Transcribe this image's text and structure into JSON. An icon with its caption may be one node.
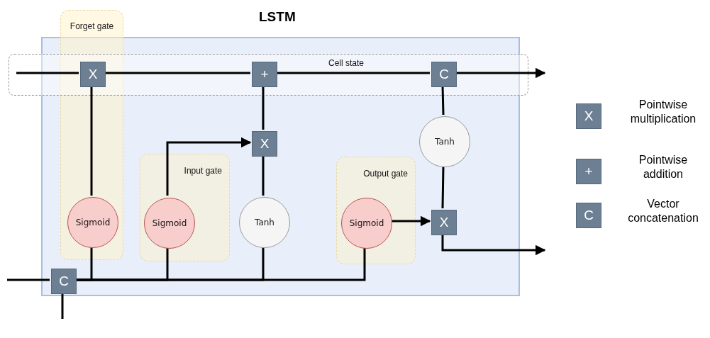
{
  "diagram": {
    "title": "LSTM",
    "nodes": [
      {
        "text": [],
        "shape": "box"
      },
      {
        "text": [
          "X"
        ],
        "in": 0
      },
      {
        "text": [
          "+"
        ],
        "in": 0
      },
      {
        "text": [
          "C"
        ],
        "in": 0
      },
      {
        "text": [
          "X"
        ],
        "in": 0
      },
      {
        "text": [
          "Tanh"
        ],
        "in": 0
      },
      {
        "text": [
          "Input gate"
        ],
        "in": 0
      },
      {
        "text": [
          "Output gate"
        ],
        "in": 0
      },
      {
        "text": [
          "Sigmoid"
        ],
        "in": 0
      },
      {
        "text": [
          "Sigmoid"
        ],
        "in": 6
      },
      {
        "text": [
          "Tanh"
        ],
        "in": 0
      },
      {
        "text": [
          "Sigmoid"
        ],
        "in": 7
      },
      {
        "text": [
          "X"
        ],
        "in": 0
      },
      {
        "text": [
          "C"
        ],
        "in": 0
      }
    ],
    "edges": [
      {
        "from": null,
        "to": 1,
        "arrow": "none"
      },
      {
        "from": 1,
        "to": 2,
        "arrow": "none"
      },
      {
        "from": 2,
        "to": 3,
        "arrow": "none"
      },
      {
        "from": 3,
        "to": null,
        "arrow": "to"
      },
      {
        "from": 8,
        "to": 1,
        "arrow": "none"
      },
      {
        "from": 9,
        "to": 4,
        "arrow": "to"
      },
      {
        "from": 10,
        "to": 4,
        "arrow": "none"
      },
      {
        "from": 4,
        "to": 2,
        "arrow": "none"
      },
      {
        "from": 3,
        "to": 5,
        "arrow": "none"
      },
      {
        "from": 5,
        "to": 12,
        "arrow": "none"
      },
      {
        "from": 11,
        "to": 12,
        "arrow": "to"
      },
      {
        "from": 12,
        "to": null,
        "arrow": "to"
      },
      {
        "from": null,
        "to": 13,
        "arrow": "none"
      },
      {
        "from": 13,
        "to": null,
        "arrow": "none"
      },
      {
        "from": 13,
        "to": 8,
        "arrow": "none"
      },
      {
        "from": 13,
        "to": 9,
        "arrow": "none"
      },
      {
        "from": 13,
        "to": 10,
        "arrow": "none"
      },
      {
        "from": 13,
        "to": 11,
        "arrow": "none"
      }
    ],
    "labels": [
      "Forget gate",
      "Cell state",
      "X",
      "+",
      "C"
    ],
    "legend": [
      {
        "text": "Pointwise multiplication"
      },
      {
        "text": "Pointwise addition"
      },
      {
        "text": "Vector concatenation"
      }
    ]
  }
}
